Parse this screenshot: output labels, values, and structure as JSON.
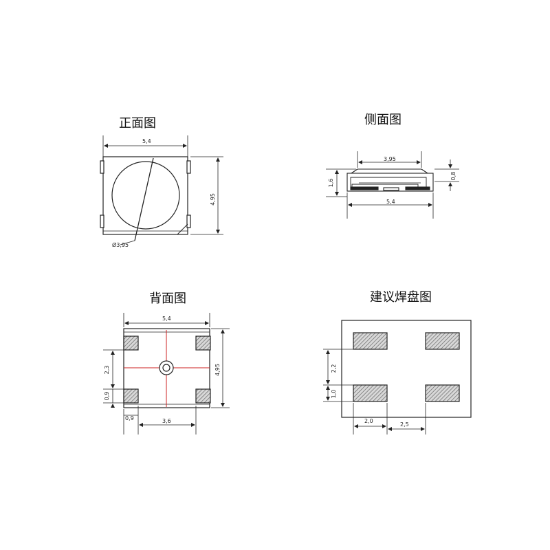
{
  "views": {
    "front": {
      "title": "正面图",
      "width_dim": "5,4",
      "height_dim": "4,95",
      "lens_dim": "Ø3,95"
    },
    "side": {
      "title": "侧面图",
      "top_dim": "3,95",
      "height_dim": "1,6",
      "thickness_dim": "0,8",
      "width_dim": "5,4"
    },
    "back": {
      "title": "背面图",
      "width_dim": "5,4",
      "height_dim": "4,95",
      "pad_pitch_dim": "2,3",
      "pad_height_dim": "0,9",
      "pad_width_dim": "0,9",
      "pad_span_dim": "3,6"
    },
    "footprint": {
      "title": "建议焊盘图",
      "pitch_dim": "2,2",
      "pad_height_dim": "1,0",
      "pad_width_dim": "2,0",
      "gap_dim": "2,5"
    }
  },
  "colors": {
    "line": "#222222",
    "center_lines": "#cc2222",
    "pad_hatch": "#555555"
  }
}
